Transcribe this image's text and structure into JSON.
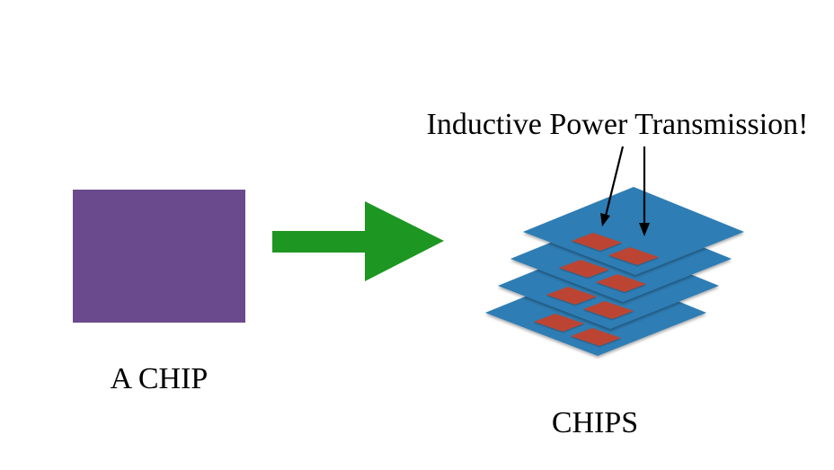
{
  "labels": {
    "single_chip": "A CHIP",
    "stack": "CHIPS",
    "annotation": "Inductive Power Transmission!"
  },
  "colors": {
    "chip": "#6a4a8c",
    "arrow": "#1e9622",
    "layer": "#2f7db4",
    "pad": "#bb4533",
    "text": "#000000"
  },
  "stack": {
    "layer_count": 4,
    "pads_per_layer": 2
  }
}
